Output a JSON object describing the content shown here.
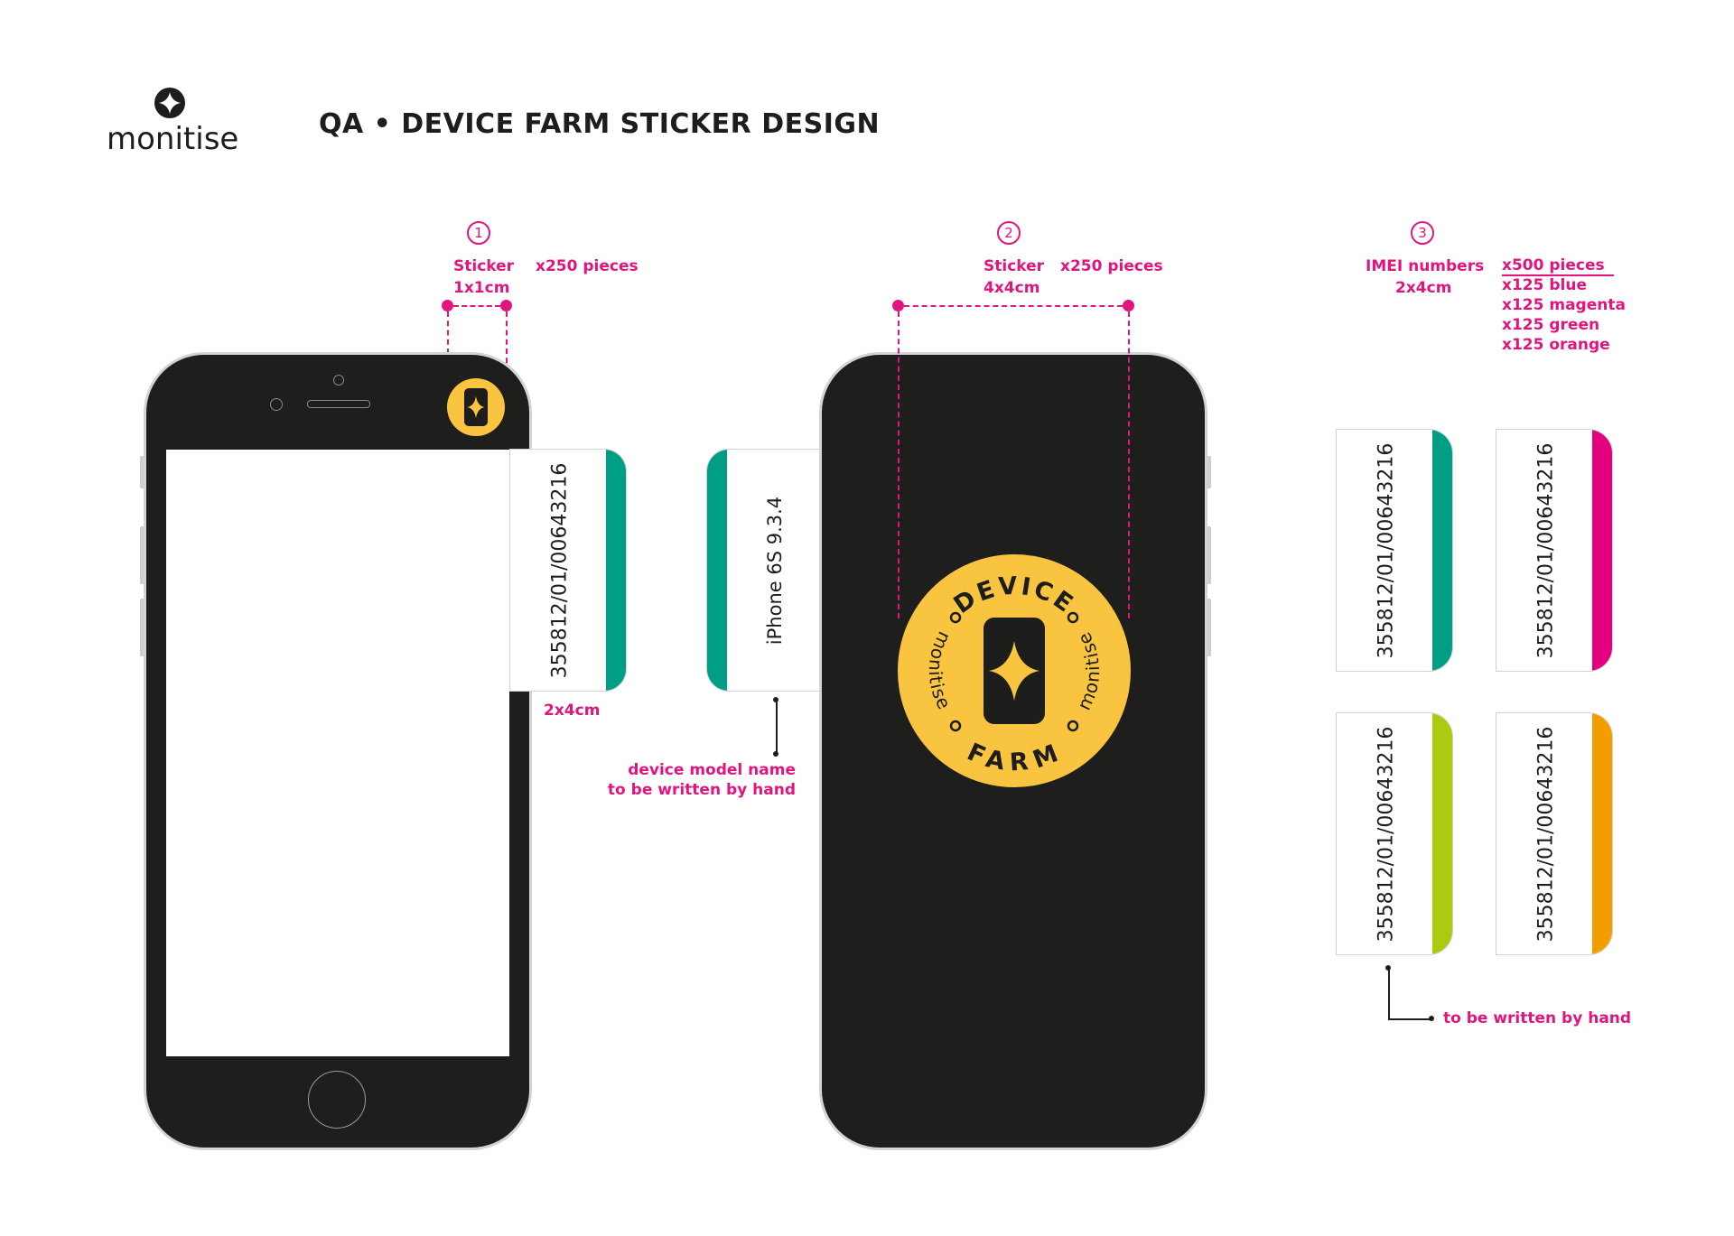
{
  "header": {
    "brand": "monitise",
    "title": "QA • DEVICE FARM STICKER DESIGN"
  },
  "steps": [
    {
      "number": "1",
      "label": "Sticker",
      "size": "1x1cm",
      "quantity": "x250 pieces"
    },
    {
      "number": "2",
      "label": "Sticker",
      "size": "4x4cm",
      "quantity": "x250 pieces"
    },
    {
      "number": "3",
      "label": "IMEI numbers",
      "size": "2x4cm",
      "quantity": "x500 pieces",
      "breakdown": [
        "x125 blue",
        "x125 magenta",
        "x125 green",
        "x125 orange"
      ]
    }
  ],
  "front_tab": {
    "imei": "355812/01/00643216",
    "size": "2x4cm"
  },
  "model_tab": {
    "model": "iPhone 6S 9.3.4",
    "note_line1": "device model name",
    "note_line2": "to be written by hand"
  },
  "badge": {
    "top": "DEVICE",
    "bottom": "FARM",
    "left": "monitise",
    "right": "monitise"
  },
  "imei_stickers": [
    {
      "imei": "355812/01/00643216",
      "color": "#009e85"
    },
    {
      "imei": "355812/01/00643216",
      "color": "#e2007f"
    },
    {
      "imei": "355812/01/00643216",
      "color": "#aacb10"
    },
    {
      "imei": "355812/01/00643216",
      "color": "#f29e00"
    }
  ],
  "imei_note": "to be written by hand",
  "colors": {
    "accent": "#e2157f",
    "phone": "#1e1e1c",
    "sticker_yellow": "#f9c440",
    "tab_green": "#009e85"
  }
}
